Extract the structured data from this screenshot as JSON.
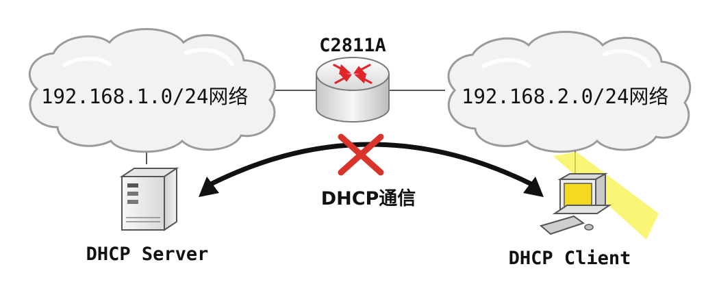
{
  "router": {
    "label": "C2811A"
  },
  "networks": [
    {
      "label": "192.168.1.0/24网络"
    },
    {
      "label": "192.168.2.0/24网络"
    }
  ],
  "communication": {
    "label": "DHCP通信",
    "status": "blocked"
  },
  "server": {
    "label": "DHCP Server"
  },
  "client": {
    "label": "DHCP Client"
  },
  "colors": {
    "cloud_fill": "#f2f2f2",
    "cloud_stroke": "#9a9a9a",
    "router_arrows": "#e0252b",
    "block_mark": "#d9342b",
    "highlight": "#f7f34a",
    "client_screen": "#f3da1f",
    "arrow": "#111111"
  },
  "icons": {
    "router": "router-icon",
    "server": "server-icon",
    "client": "pc-icon",
    "block": "cross-icon"
  }
}
